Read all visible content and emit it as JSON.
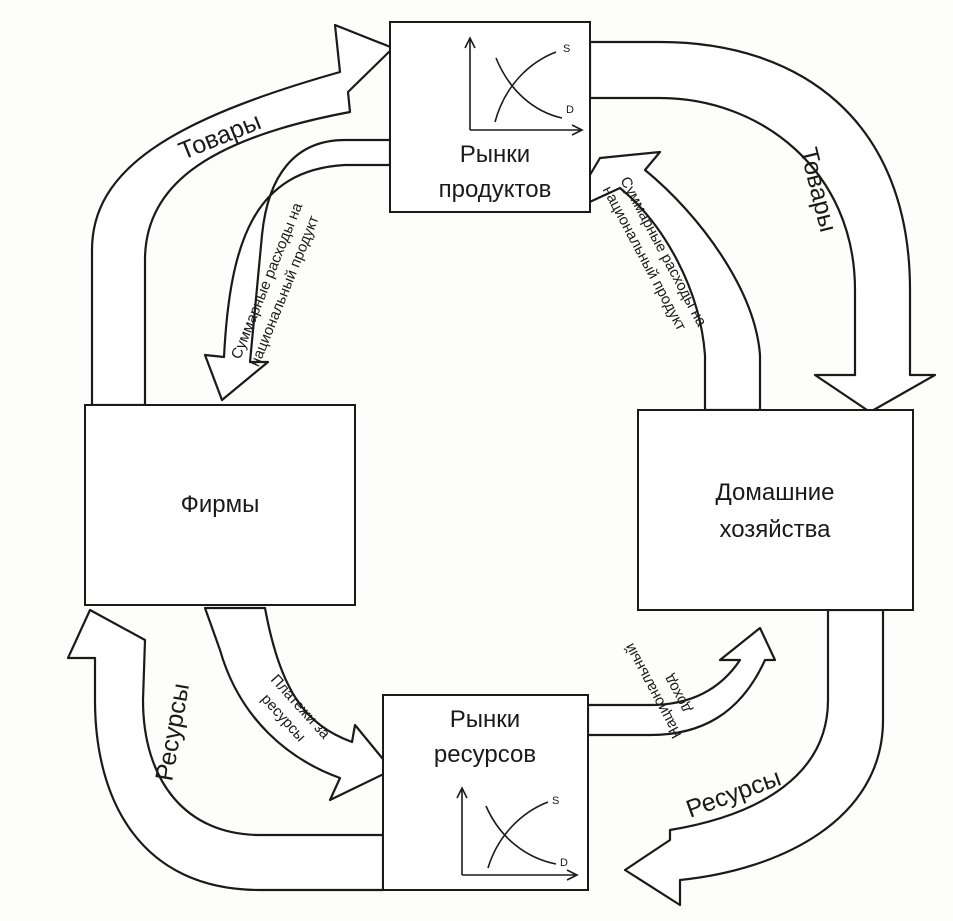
{
  "boxes": {
    "product_markets": {
      "line1": "Рынки",
      "line2": "продуктов",
      "supply_label": "S",
      "demand_label": "D"
    },
    "resource_markets": {
      "line1": "Рынки",
      "line2": "ресурсов",
      "supply_label": "S",
      "demand_label": "D"
    },
    "firms": {
      "label": "Фирмы"
    },
    "households": {
      "line1": "Домашние",
      "line2": "хозяйства"
    }
  },
  "flows": {
    "goods_to_market": "Товары",
    "goods_to_households": "Товары",
    "spending_to_firms": {
      "line1": "Суммарные расходы на",
      "line2": "национальный продукт"
    },
    "spending_from_households": {
      "line1": "Суммарные расходы на",
      "line2": "национальный продукт"
    },
    "resources_to_firms": "Ресурсы",
    "resources_from_households": "Ресурсы",
    "resource_payments": {
      "line1": "Платежи за",
      "line2": "ресурсы"
    },
    "national_income": {
      "line1": "Национальный",
      "line2": "доход"
    }
  },
  "colors": {
    "ink": "#1a1a1a",
    "paper": "#fdfdfb"
  }
}
